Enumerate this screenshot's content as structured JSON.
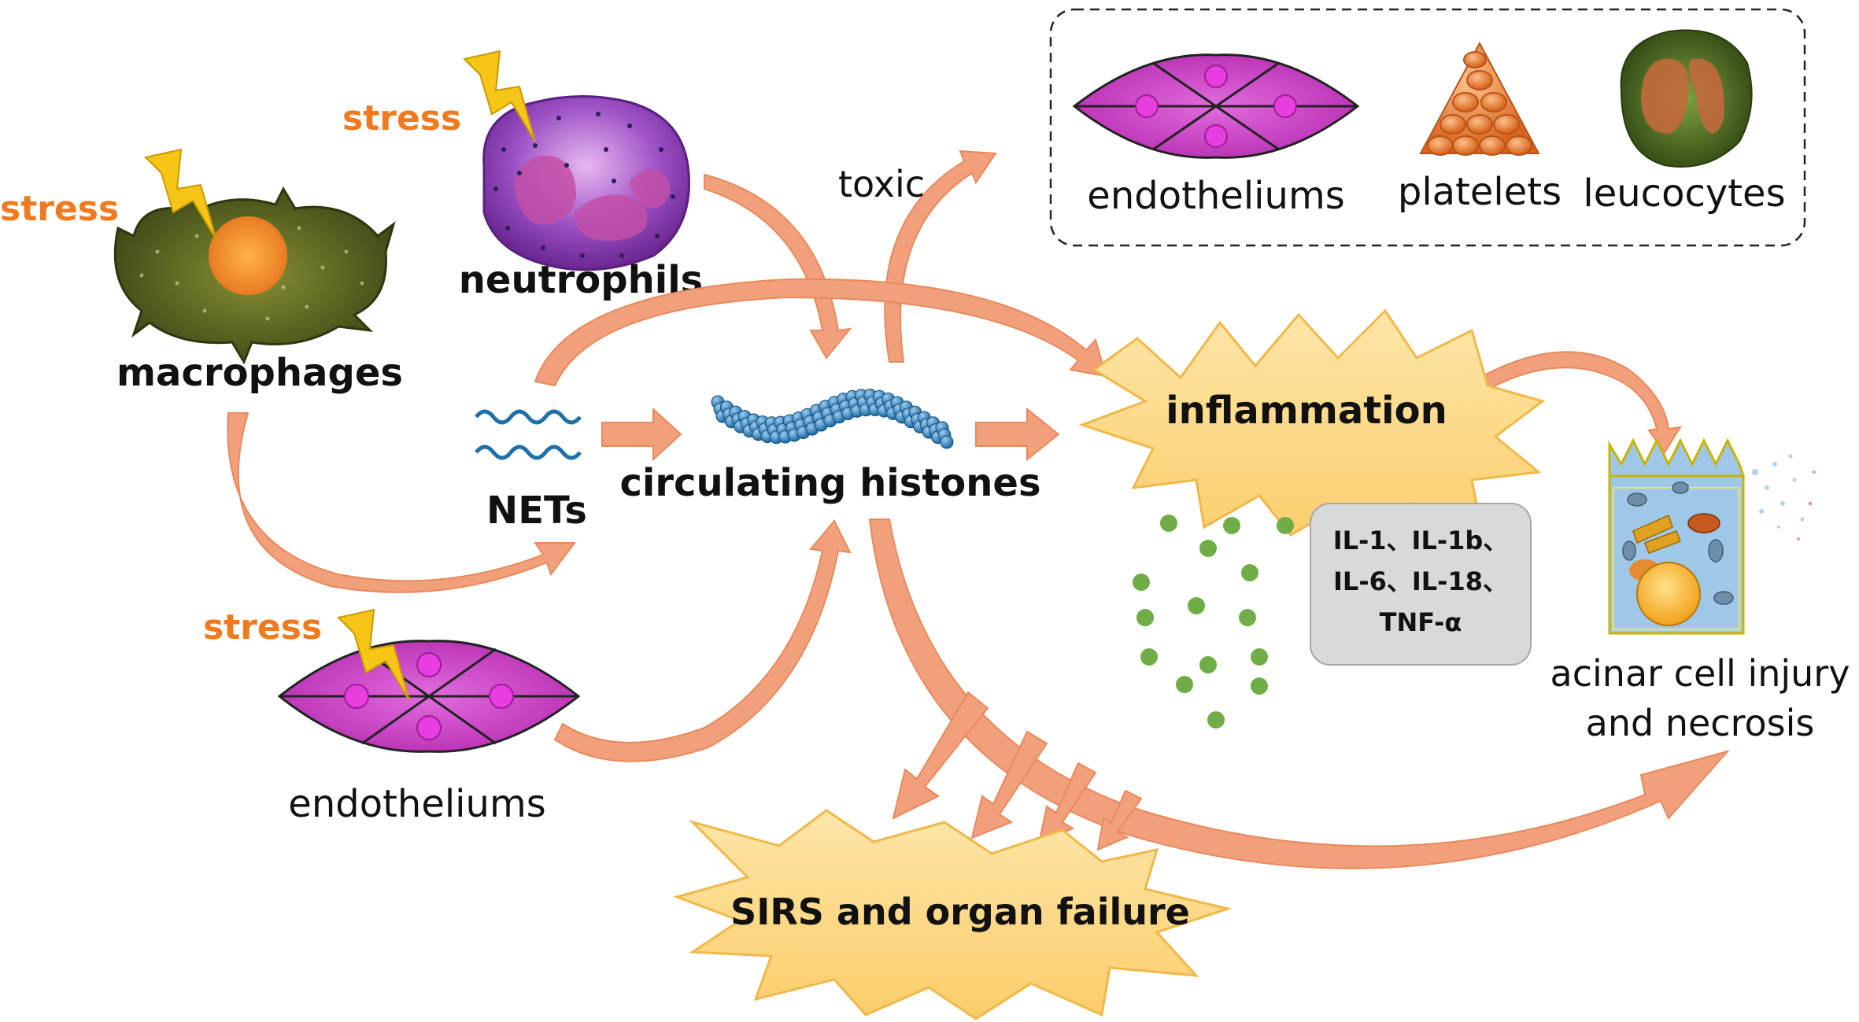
{
  "colors": {
    "arrow": "#F2A07C",
    "arrow_dark": "#E07E55",
    "stress": "#F07A1E",
    "burst": "#FCD77E",
    "burst_stroke": "#F0B84A",
    "cytokine_box": "#D9D9D9",
    "cytokine_dot": "#70AD47",
    "endothelium": "#C93CC6",
    "histone_bead": "#2E86C1",
    "macrophage": "#4E5A1E",
    "neutrophil": "#8E3FB0",
    "platelet": "#E57A2E",
    "bolt": "#F5C518"
  },
  "labels": {
    "stress": "stress",
    "toxic": "toxic",
    "macrophages": "macrophages",
    "neutrophils": "neutrophils",
    "nets": "NETs",
    "circulating_histones": "circulating histones",
    "endotheliums": "endotheliums",
    "inflammation": "inflammation",
    "sirs": "SIRS and organ failure",
    "acinar_line1": "acinar cell injury",
    "acinar_line2": "and necrosis"
  },
  "targets_box": {
    "items": [
      "endotheliums",
      "platelets",
      "leucocytes"
    ]
  },
  "cytokines": {
    "lines": [
      "IL-1、IL-1b、",
      "IL-6、IL-18、",
      "TNF-α"
    ]
  },
  "icons": {
    "stress": "lightning-bolt-icon",
    "macrophage": "macrophage-cell-icon",
    "neutrophil": "neutrophil-cell-icon",
    "endothelium": "endothelial-cells-icon",
    "platelets": "platelet-cluster-icon",
    "leucocyte": "leucocyte-cell-icon",
    "nets": "dna-strands-icon",
    "histones": "histone-chain-icon",
    "acinar": "acinar-cell-icon"
  }
}
